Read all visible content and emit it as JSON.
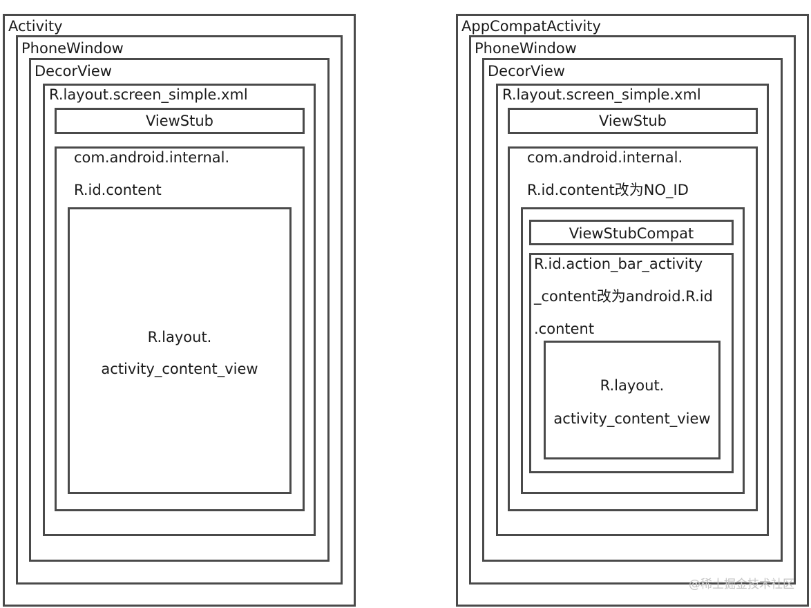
{
  "left": {
    "activity": "Activity",
    "phone_window": "PhoneWindow",
    "decor_view": "DecorView",
    "screen_layout": "R.layout.screen_simple.xml",
    "view_stub": "ViewStub",
    "content_line1": "com.android.internal.",
    "content_line2": "R.id.content",
    "user_layout_line1": "R.layout.",
    "user_layout_line2": "activity_content_view"
  },
  "right": {
    "activity": "AppCompatActivity",
    "phone_window": "PhoneWindow",
    "decor_view": "DecorView",
    "screen_layout": "R.layout.screen_simple.xml",
    "view_stub": "ViewStub",
    "content_line1": "com.android.internal.",
    "content_line2": "R.id.content改为NO_ID",
    "view_stub_compat": "ViewStubCompat",
    "action_bar_line1": "R.id.action_bar_activity",
    "action_bar_line2": "_content改为android.R.id",
    "action_bar_line3": ".content",
    "user_layout_line1": "R.layout.",
    "user_layout_line2": "activity_content_view"
  },
  "watermark": "@稀土掘金技术社区"
}
